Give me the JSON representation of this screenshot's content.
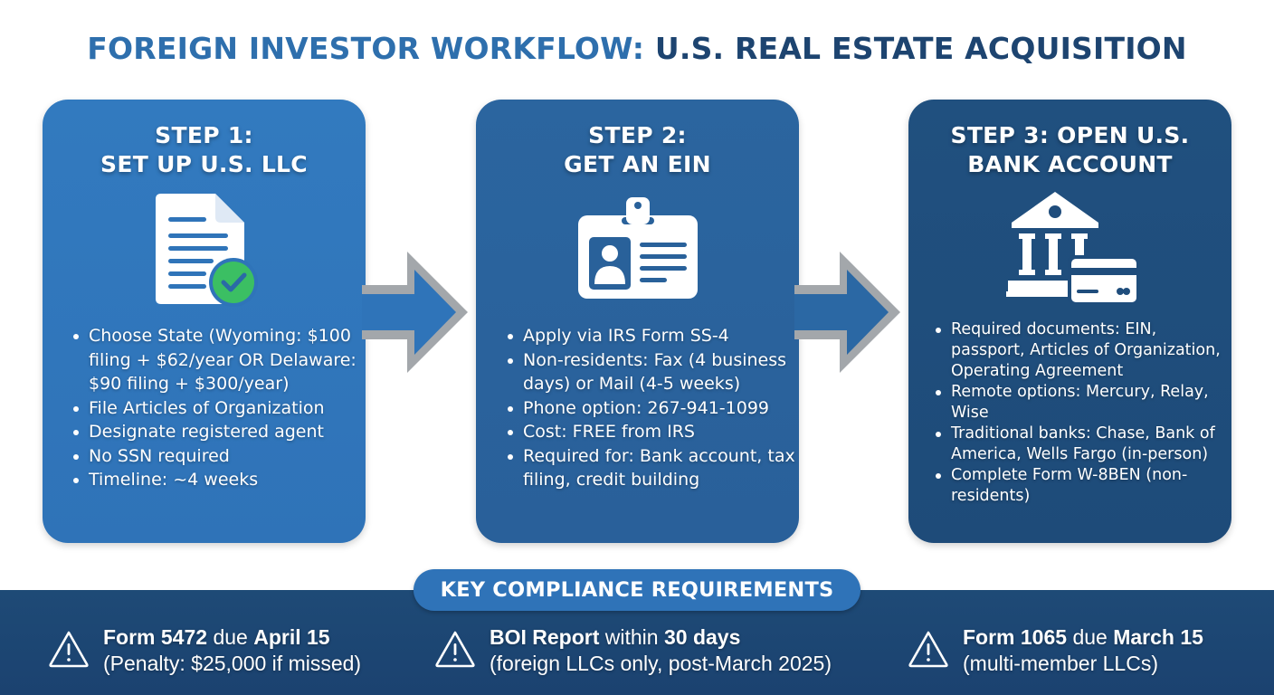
{
  "title": {
    "part1": "FOREIGN INVESTOR WORKFLOW:",
    "part2": " U.S. REAL ESTATE ACQUISITION",
    "part1_color": "#2e6fad",
    "part2_color": "#1d4470"
  },
  "steps": [
    {
      "heading_line1": "STEP 1:",
      "heading_line2": "SET UP U.S. LLC",
      "icon": "document-check-icon",
      "color": "#2f74b9",
      "bullets": [
        "Choose State (Wyoming: $100 filing + $62/year OR Delaware: $90 filing + $300/year)",
        "File Articles of Organization",
        "Designate registered agent",
        "No SSN required",
        "Timeline: ~4 weeks"
      ]
    },
    {
      "heading_line1": "STEP 2:",
      "heading_line2": "GET AN EIN",
      "icon": "id-badge-icon",
      "color": "#29619a",
      "bullets": [
        "Apply via IRS Form SS-4",
        "Non-residents: Fax (4 business days) or Mail (4-5 weeks)",
        "Phone option: 267-941-1099",
        "Cost: FREE from IRS",
        "Required for: Bank account, tax filing, credit building"
      ]
    },
    {
      "heading_line1": "STEP 3: OPEN U.S.",
      "heading_line2": "BANK ACCOUNT",
      "icon": "bank-card-icon",
      "color": "#1f4d7c",
      "bullets": [
        "Required documents: EIN, passport, Articles of Organization, Operating Agreement",
        "Remote options: Mercury, Relay, Wise",
        "Traditional banks: Chase, Bank of America, Wells Fargo (in-person)",
        "Complete Form W-8BEN (non-residents)"
      ]
    }
  ],
  "compliance": {
    "heading": "KEY COMPLIANCE REQUIREMENTS",
    "band_color": "#1d4670",
    "pill_color": "#2f73b8",
    "items": [
      {
        "icon": "warning-icon",
        "bold1": "Form 5472",
        "mid": " due ",
        "bold2": "April 15",
        "line2": "(Penalty: $25,000 if missed)"
      },
      {
        "icon": "warning-icon",
        "bold1": "BOI Report",
        "mid": " within ",
        "bold2": "30 days",
        "line2": "(foreign LLCs only, post-March 2025)"
      },
      {
        "icon": "warning-icon",
        "bold1": "Form 1065",
        "mid": " due ",
        "bold2": "March 15",
        "line2": "(multi-member LLCs)"
      }
    ]
  }
}
